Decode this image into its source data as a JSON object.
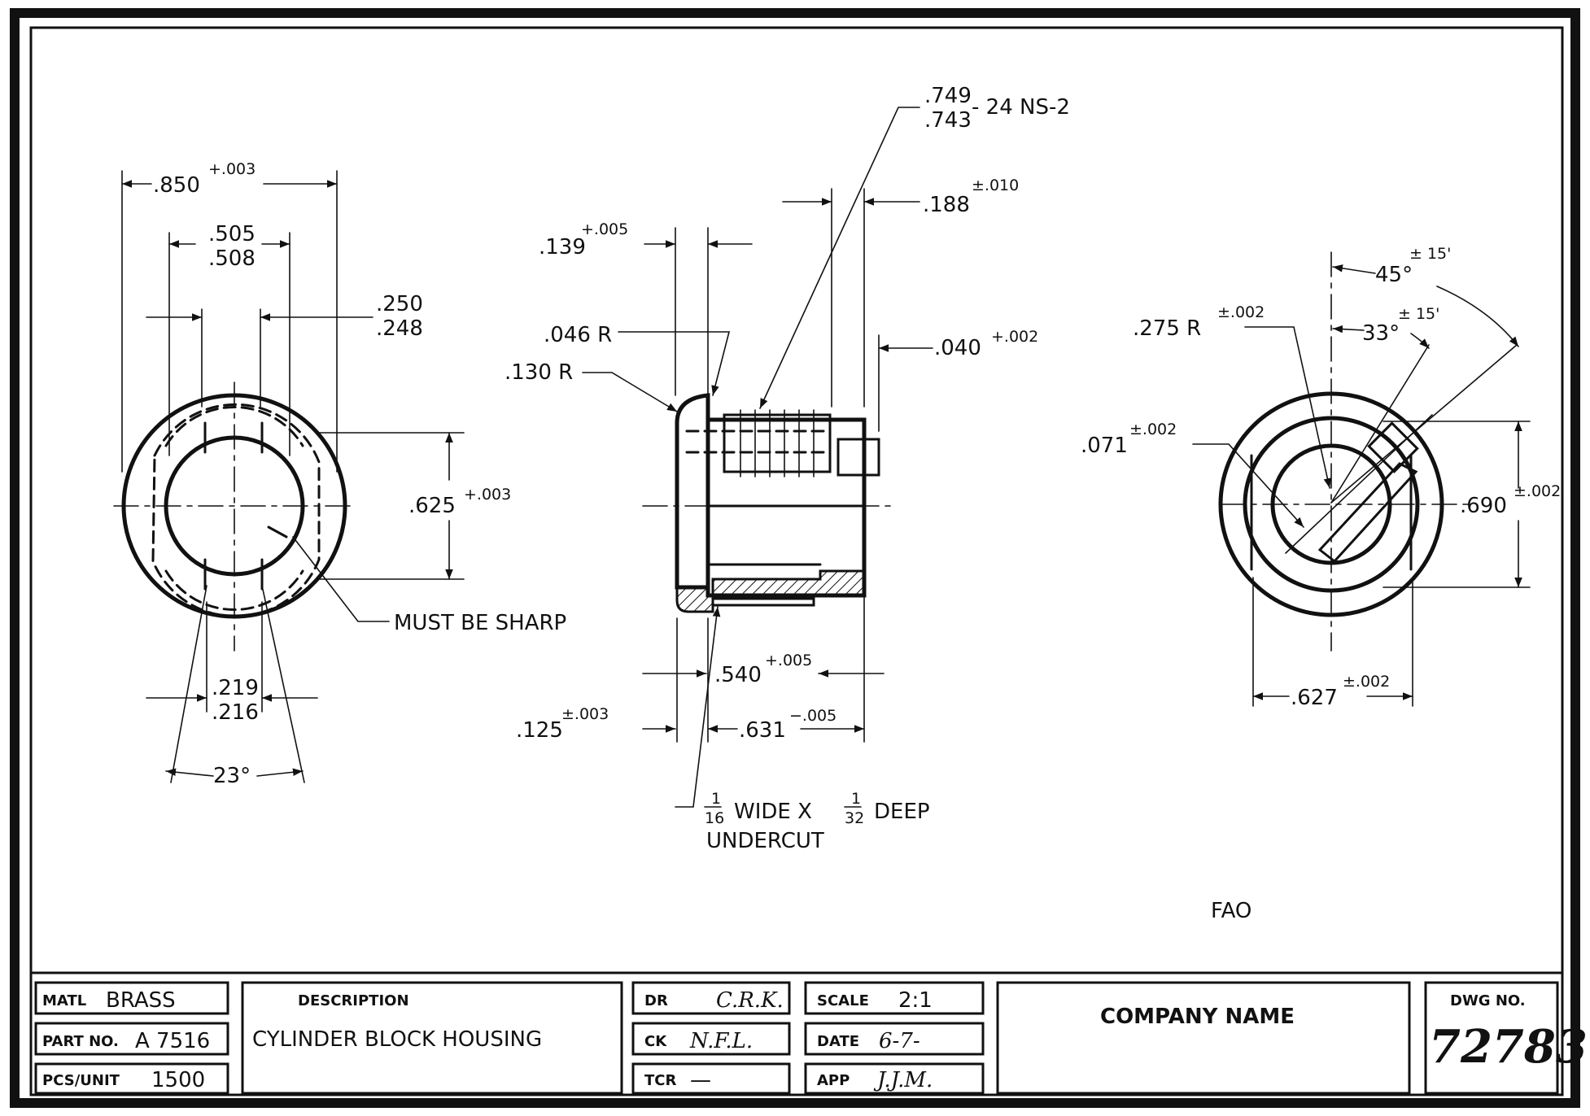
{
  "left_view": {
    "dim_850": ".850",
    "dim_850_tol": "+.003",
    "dim_505": ".505",
    "dim_508": ".508",
    "dim_250": ".250",
    "dim_248": ".248",
    "dim_625": ".625",
    "dim_625_tol": "+.003",
    "dim_219": ".219",
    "dim_216": ".216",
    "angle_23": "23°",
    "note_sharp": "MUST BE SHARP"
  },
  "center_view": {
    "thread_top": ".749",
    "thread_bottom": ".743",
    "thread_spec": "- 24  NS-2",
    "dim_188": ".188",
    "dim_188_tol": "±.010",
    "dim_139": ".139",
    "dim_139_tol": "+.005",
    "radius_046": ".046 R",
    "radius_130": ".130 R",
    "dim_040": ".040",
    "dim_040_tol": "+.002",
    "dim_540": ".540",
    "dim_540_tol": "+.005",
    "dim_125": ".125",
    "dim_125_tol": "±.003",
    "dim_631": ".631",
    "dim_631_tol": "−.005",
    "undercut_num": "1",
    "undercut_den1": "16",
    "undercut_wide": "WIDE  X",
    "undercut_den2": "32",
    "undercut_deep": "DEEP",
    "undercut_word": "UNDERCUT"
  },
  "right_view": {
    "angle_45": "45°",
    "angle_45_tol": "± 15'",
    "angle_33": "33°",
    "angle_33_tol": "± 15'",
    "radius_275": ".275  R",
    "radius_275_tol": "±.002",
    "dim_071": ".071",
    "dim_071_tol": "±.002",
    "dim_690": ".690",
    "dim_690_tol": "±.002",
    "dim_627": ".627",
    "dim_627_tol": "±.002",
    "note_fao": "FAO"
  },
  "title_block": {
    "matl_label": "MATL",
    "matl_value": "BRASS",
    "part_label": "PART NO.",
    "part_value": "A 7516",
    "pcs_label": "PCS/UNIT",
    "pcs_value": "1500",
    "desc_label": "DESCRIPTION",
    "desc_value": "CYLINDER  BLOCK  HOUSING",
    "dr_label": "DR",
    "dr_value": "C.R.K.",
    "ck_label": "CK",
    "ck_value": "N.F.L.",
    "tcr_label": "TCR",
    "tcr_value": "—",
    "scale_label": "SCALE",
    "scale_value": "2:1",
    "date_label": "DATE",
    "date_value": "6-7-",
    "app_label": "APP",
    "app_value": "J.J.M.",
    "company": "COMPANY NAME",
    "dwg_label": "DWG NO.",
    "dwg_value": "72783"
  }
}
